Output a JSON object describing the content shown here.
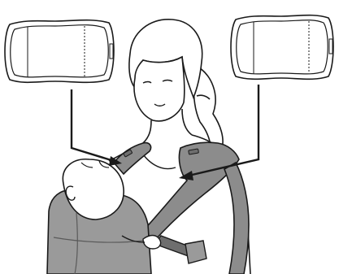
{
  "illustration": {
    "left_pad": {
      "subject": "shoulder-pad",
      "points_to": "left-shoulder-strap",
      "icon": "curved-pad-icon"
    },
    "right_pad": {
      "subject": "shoulder-pad",
      "points_to": "right-shoulder-strap",
      "icon": "curved-pad-icon"
    }
  },
  "colors": {
    "line": "#1a1a1a",
    "strap_fill": "#8c8c8c",
    "strap_dark": "#6e6e6e",
    "carrier_fill": "#9a9a9a",
    "skin": "#ffffff",
    "hair": "#ffffff",
    "pad_fill": "#ffffff",
    "background": "#ffffff"
  }
}
